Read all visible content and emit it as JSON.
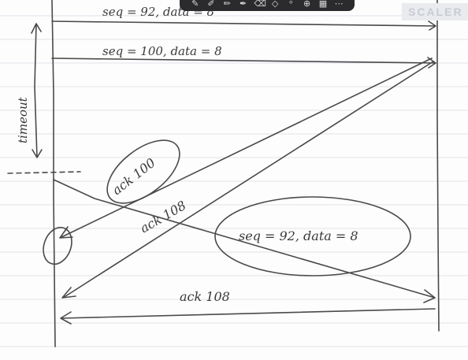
{
  "toolbar": {
    "tools": [
      {
        "icon": "pen-icon",
        "glyph": "✎"
      },
      {
        "icon": "marker-icon",
        "glyph": "✐"
      },
      {
        "icon": "brush-icon",
        "glyph": "✏"
      },
      {
        "icon": "highlighter-icon",
        "glyph": "✒"
      },
      {
        "icon": "eraser-icon",
        "glyph": "⌫"
      },
      {
        "icon": "shapes-icon",
        "glyph": "◇"
      },
      {
        "icon": "lasso-icon",
        "glyph": "ᵒ"
      },
      {
        "icon": "color-picker-icon",
        "glyph": "⊕"
      },
      {
        "icon": "ruler-icon",
        "glyph": "▦"
      },
      {
        "icon": "more-icon",
        "glyph": "⋯"
      }
    ]
  },
  "watermark": "SCALER",
  "diagram": {
    "timeout_label": "timeout",
    "top_message_label": "seq = 92, data = 8",
    "second_message_label": "seq = 100, data = 8",
    "ack_100_label": "ack 100",
    "ack_108_label": "ack 108",
    "retransmit_label": "seq = 92, data = 8",
    "bottom_ack_label": "ack 108"
  }
}
